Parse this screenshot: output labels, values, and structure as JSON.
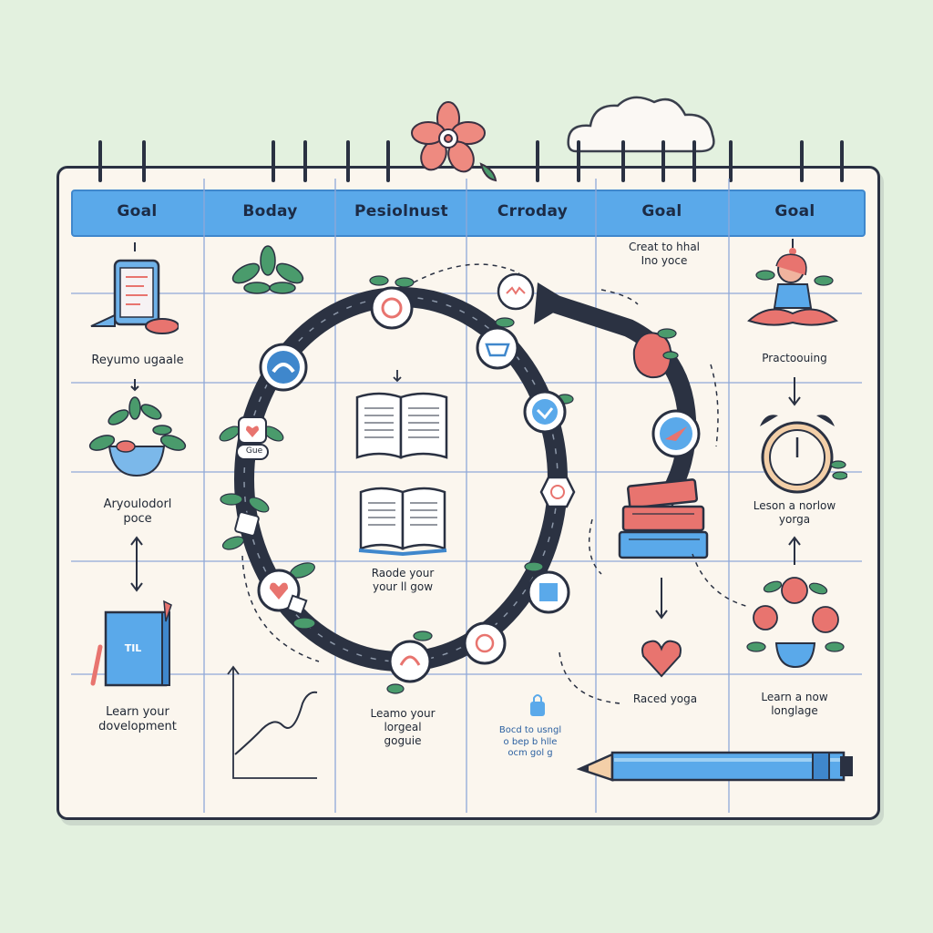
{
  "header": {
    "columns": [
      "Goal",
      "Boday",
      "Pesiolnust",
      "Crroday",
      "Goal",
      "Goal"
    ]
  },
  "column1": {
    "text1": "Reyumo ugaale",
    "text2_line1": "Aryoulodorl",
    "text2_line2": "poce",
    "book_label": "TIL",
    "text3_line1": "Learn your",
    "text3_line2": "dovelopment"
  },
  "column2": {
    "badge": "Gue"
  },
  "center": {
    "book_text_line1": "Raode your",
    "book_text_line2": "your ll gow",
    "bottom_line1": "Leamo your",
    "bottom_line2": "lorgeal",
    "bottom_line3": "goguie",
    "faint_line1": "Bocd to usngl",
    "faint_line2": "o bep b hlle",
    "faint_line3": "ocm gol g"
  },
  "column5": {
    "top_line1": "Creat to hhal",
    "top_line2": "Ino yoce",
    "bottom": "Raced yoga"
  },
  "column6": {
    "text1": "Practoouing",
    "text2_line1": "Leson a norlow",
    "text2_line2": "yorga",
    "text3_line1": "Learn a now",
    "text3_line2": "longlage"
  },
  "colors": {
    "background": "#e3f1df",
    "header_blue": "#5aa9ea",
    "ring_dark": "#2b3242",
    "accent_pink": "#e8746f",
    "leaf_green": "#4a9b6c"
  }
}
